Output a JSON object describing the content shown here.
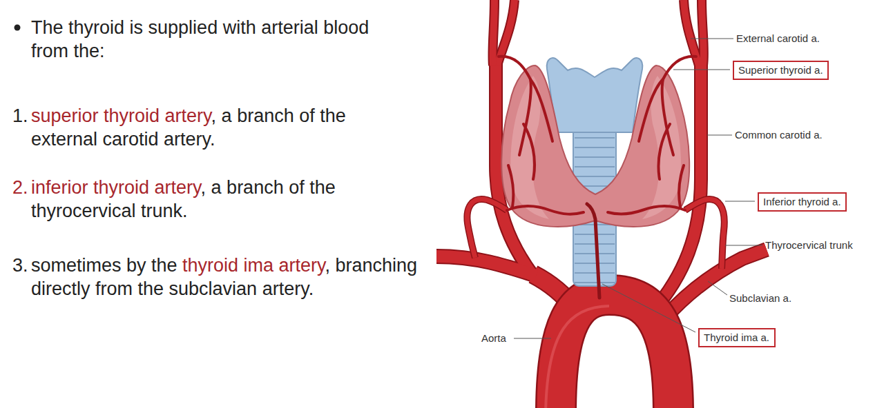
{
  "diagram": {
    "nodes": [
      {
        "text": [
          "Superior thyroid a."
        ]
      },
      {
        "text": [
          "Inferior thyroid a."
        ]
      },
      {
        "text": [
          "Thyroid ima a."
        ]
      }
    ],
    "labels": [
      "The thyroid is supplied with arterial blood from the:",
      "1.",
      "superior thyroid artery",
      ", a branch of the external carotid artery.",
      "2.",
      "inferior thyroid artery",
      ", a branch of the thyrocervical trunk.",
      "3.",
      "sometimes by the",
      "thyroid ima artery",
      ", branching directly from the subclavian artery.",
      "External carotid a.",
      "Common carotid a.",
      "Thyrocervical trunk",
      "Subclavian a.",
      "Aorta"
    ]
  }
}
